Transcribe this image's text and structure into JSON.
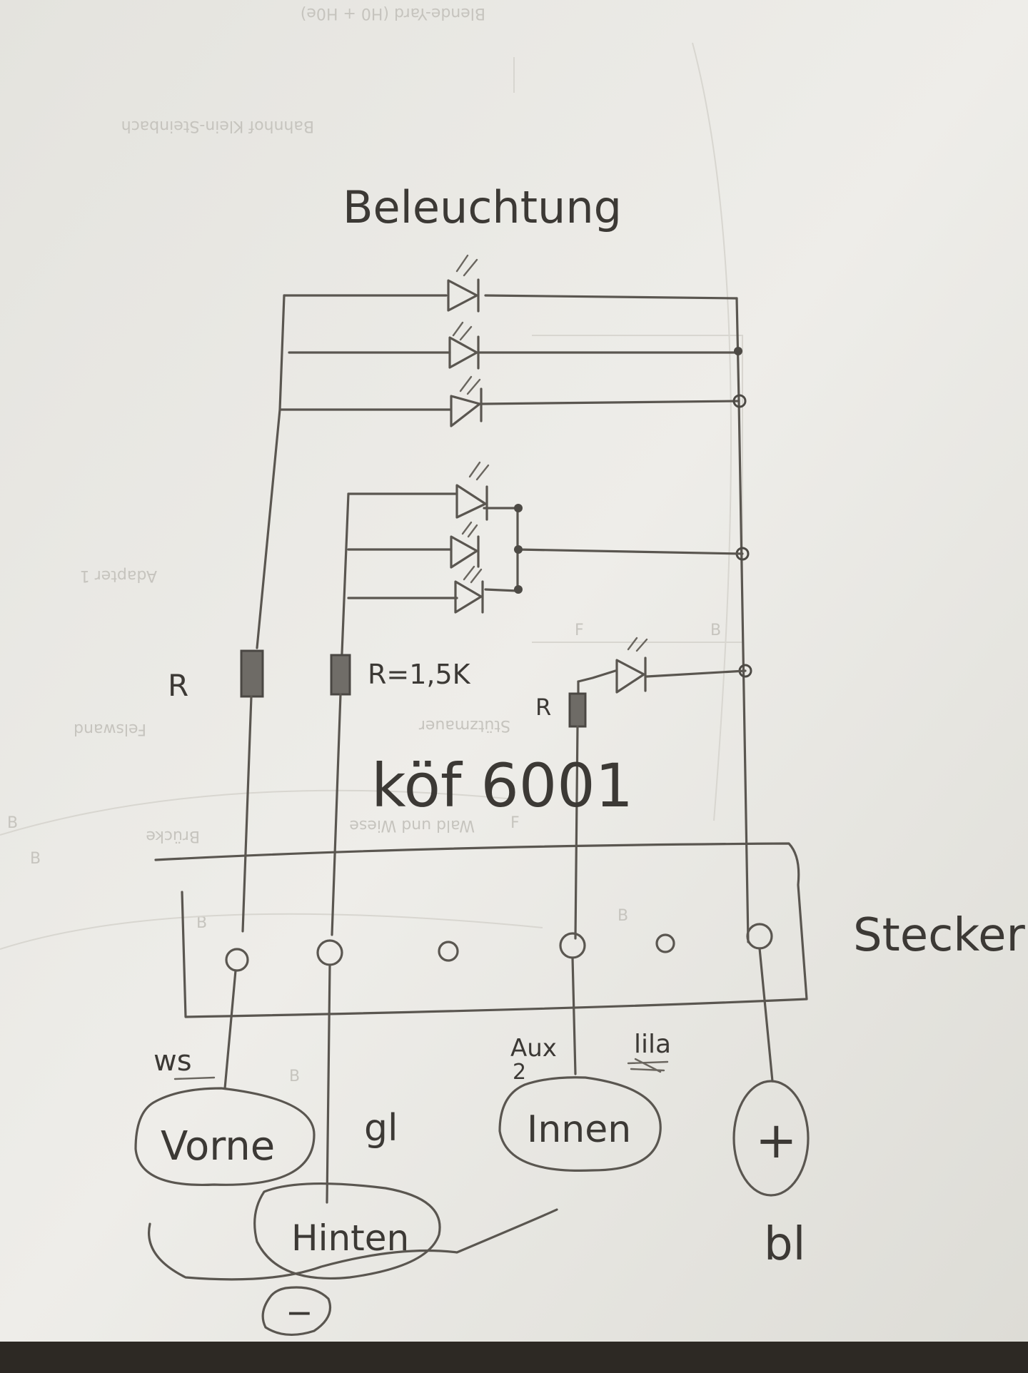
{
  "diagram": {
    "title": "Beleuchtung",
    "locomotive": "köf 6001",
    "resistor_left_label": "R",
    "resistor_center_label": "R=1,5K",
    "resistor_right_label": "R",
    "connector_label": "Stecker",
    "wire_labels": {
      "ws": "ws",
      "gl": "gl",
      "aux": "Aux",
      "aux_num": "2",
      "lila": "lila",
      "bl": "bl"
    },
    "outputs": {
      "vorne": "Vorne",
      "hinten": "Hinten",
      "innen": "Innen",
      "plus": "+",
      "minus": "−"
    }
  },
  "background_print": {
    "top": "Blende-Yard (H0 + H0e)",
    "bahnhof": "Bahnhof Klein-Steinbach",
    "adapter": "Adapter 1",
    "felswand": "Felswand",
    "stuetzmauer": "Stützmauer",
    "bruecke": "Brücke",
    "wald": "Wald und Wiese",
    "letter_b": "B",
    "letter_f": "F"
  }
}
